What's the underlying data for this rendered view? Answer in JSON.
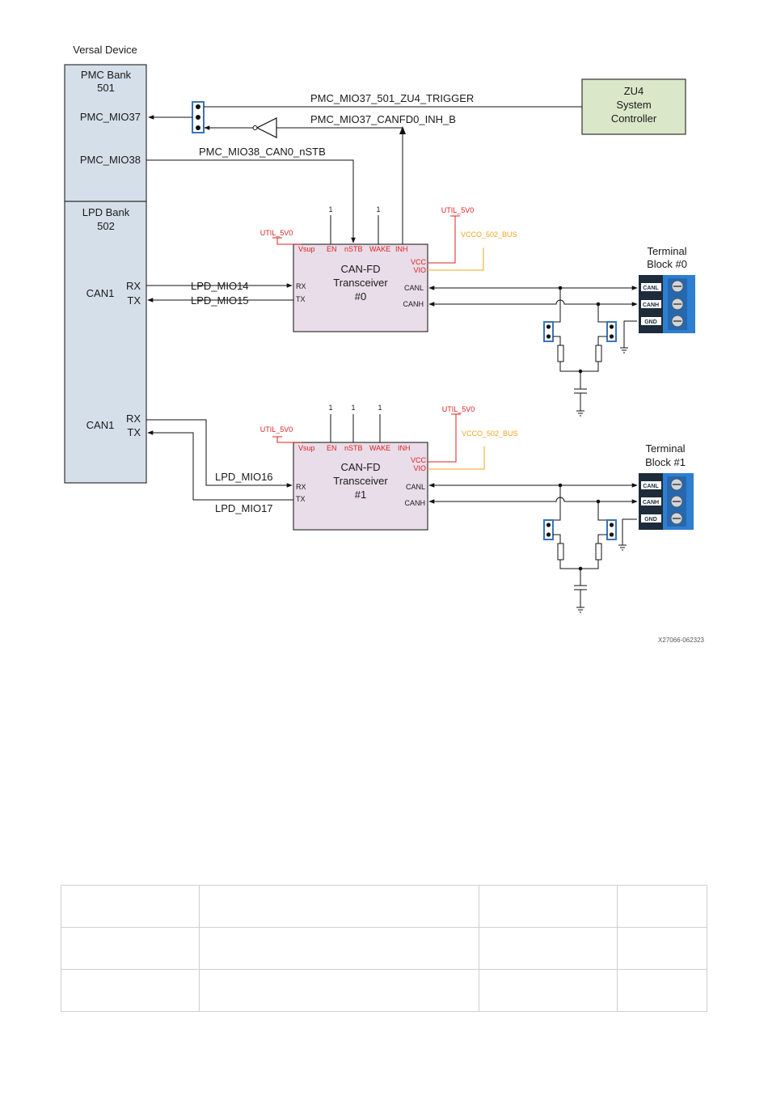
{
  "device": {
    "title": "Versal Device",
    "pmc_bank_line1": "PMC Bank",
    "pmc_bank_line2": "501",
    "pmc_mio37": "PMC_MIO37",
    "pmc_mio38": "PMC_MIO38",
    "lpd_bank_line1": "LPD Bank",
    "lpd_bank_line2": "502",
    "can1_a": "CAN1",
    "can1_b": "CAN1",
    "rx": "RX",
    "tx": "TX"
  },
  "controller": {
    "line1": "ZU4",
    "line2": "System",
    "line3": "Controller"
  },
  "nets": {
    "zu4_trigger": "PMC_MIO37_501_ZU4_TRIGGER",
    "canfd0_inh": "PMC_MIO37_CANFD0_INH_B",
    "can0_nstb": "PMC_MIO38_CAN0_nSTB",
    "lpd_mio14": "LPD_MIO14",
    "lpd_mio15": "LPD_MIO15",
    "lpd_mio16": "LPD_MIO16",
    "lpd_mio17": "LPD_MIO17",
    "util_5v0": "UTIL_5V0",
    "vcco_502_bus": "VCCO_502_BUS",
    "one": "1"
  },
  "transceivers": [
    {
      "line1": "CAN-FD",
      "line2": "Transceiver",
      "line3": "#0"
    },
    {
      "line1": "CAN-FD",
      "line2": "Transceiver",
      "line3": "#1"
    }
  ],
  "pins": {
    "vsup": "Vsup",
    "en": "EN",
    "nstb": "nSTB",
    "wake": "WAKE",
    "inh": "INH",
    "vcc": "VCC",
    "vio": "VIO",
    "rx": "RX",
    "tx": "TX",
    "canl": "CANL",
    "canh": "CANH",
    "gnd": "GND"
  },
  "terminals": [
    {
      "line1": "Terminal",
      "line2": "Block #0"
    },
    {
      "line1": "Terminal",
      "line2": "Block #1"
    }
  ],
  "figure_id": "X27066-062323",
  "colors": {
    "bank_fill": "#d5dfea",
    "controller_fill": "#dbe7c9",
    "transceiver_fill": "#e8dde8",
    "power_red": "#e02020",
    "vcco_orange": "#f2a31b",
    "jumper_blue": "#3a73b8",
    "terminal_blue": "#2e7fd1"
  }
}
